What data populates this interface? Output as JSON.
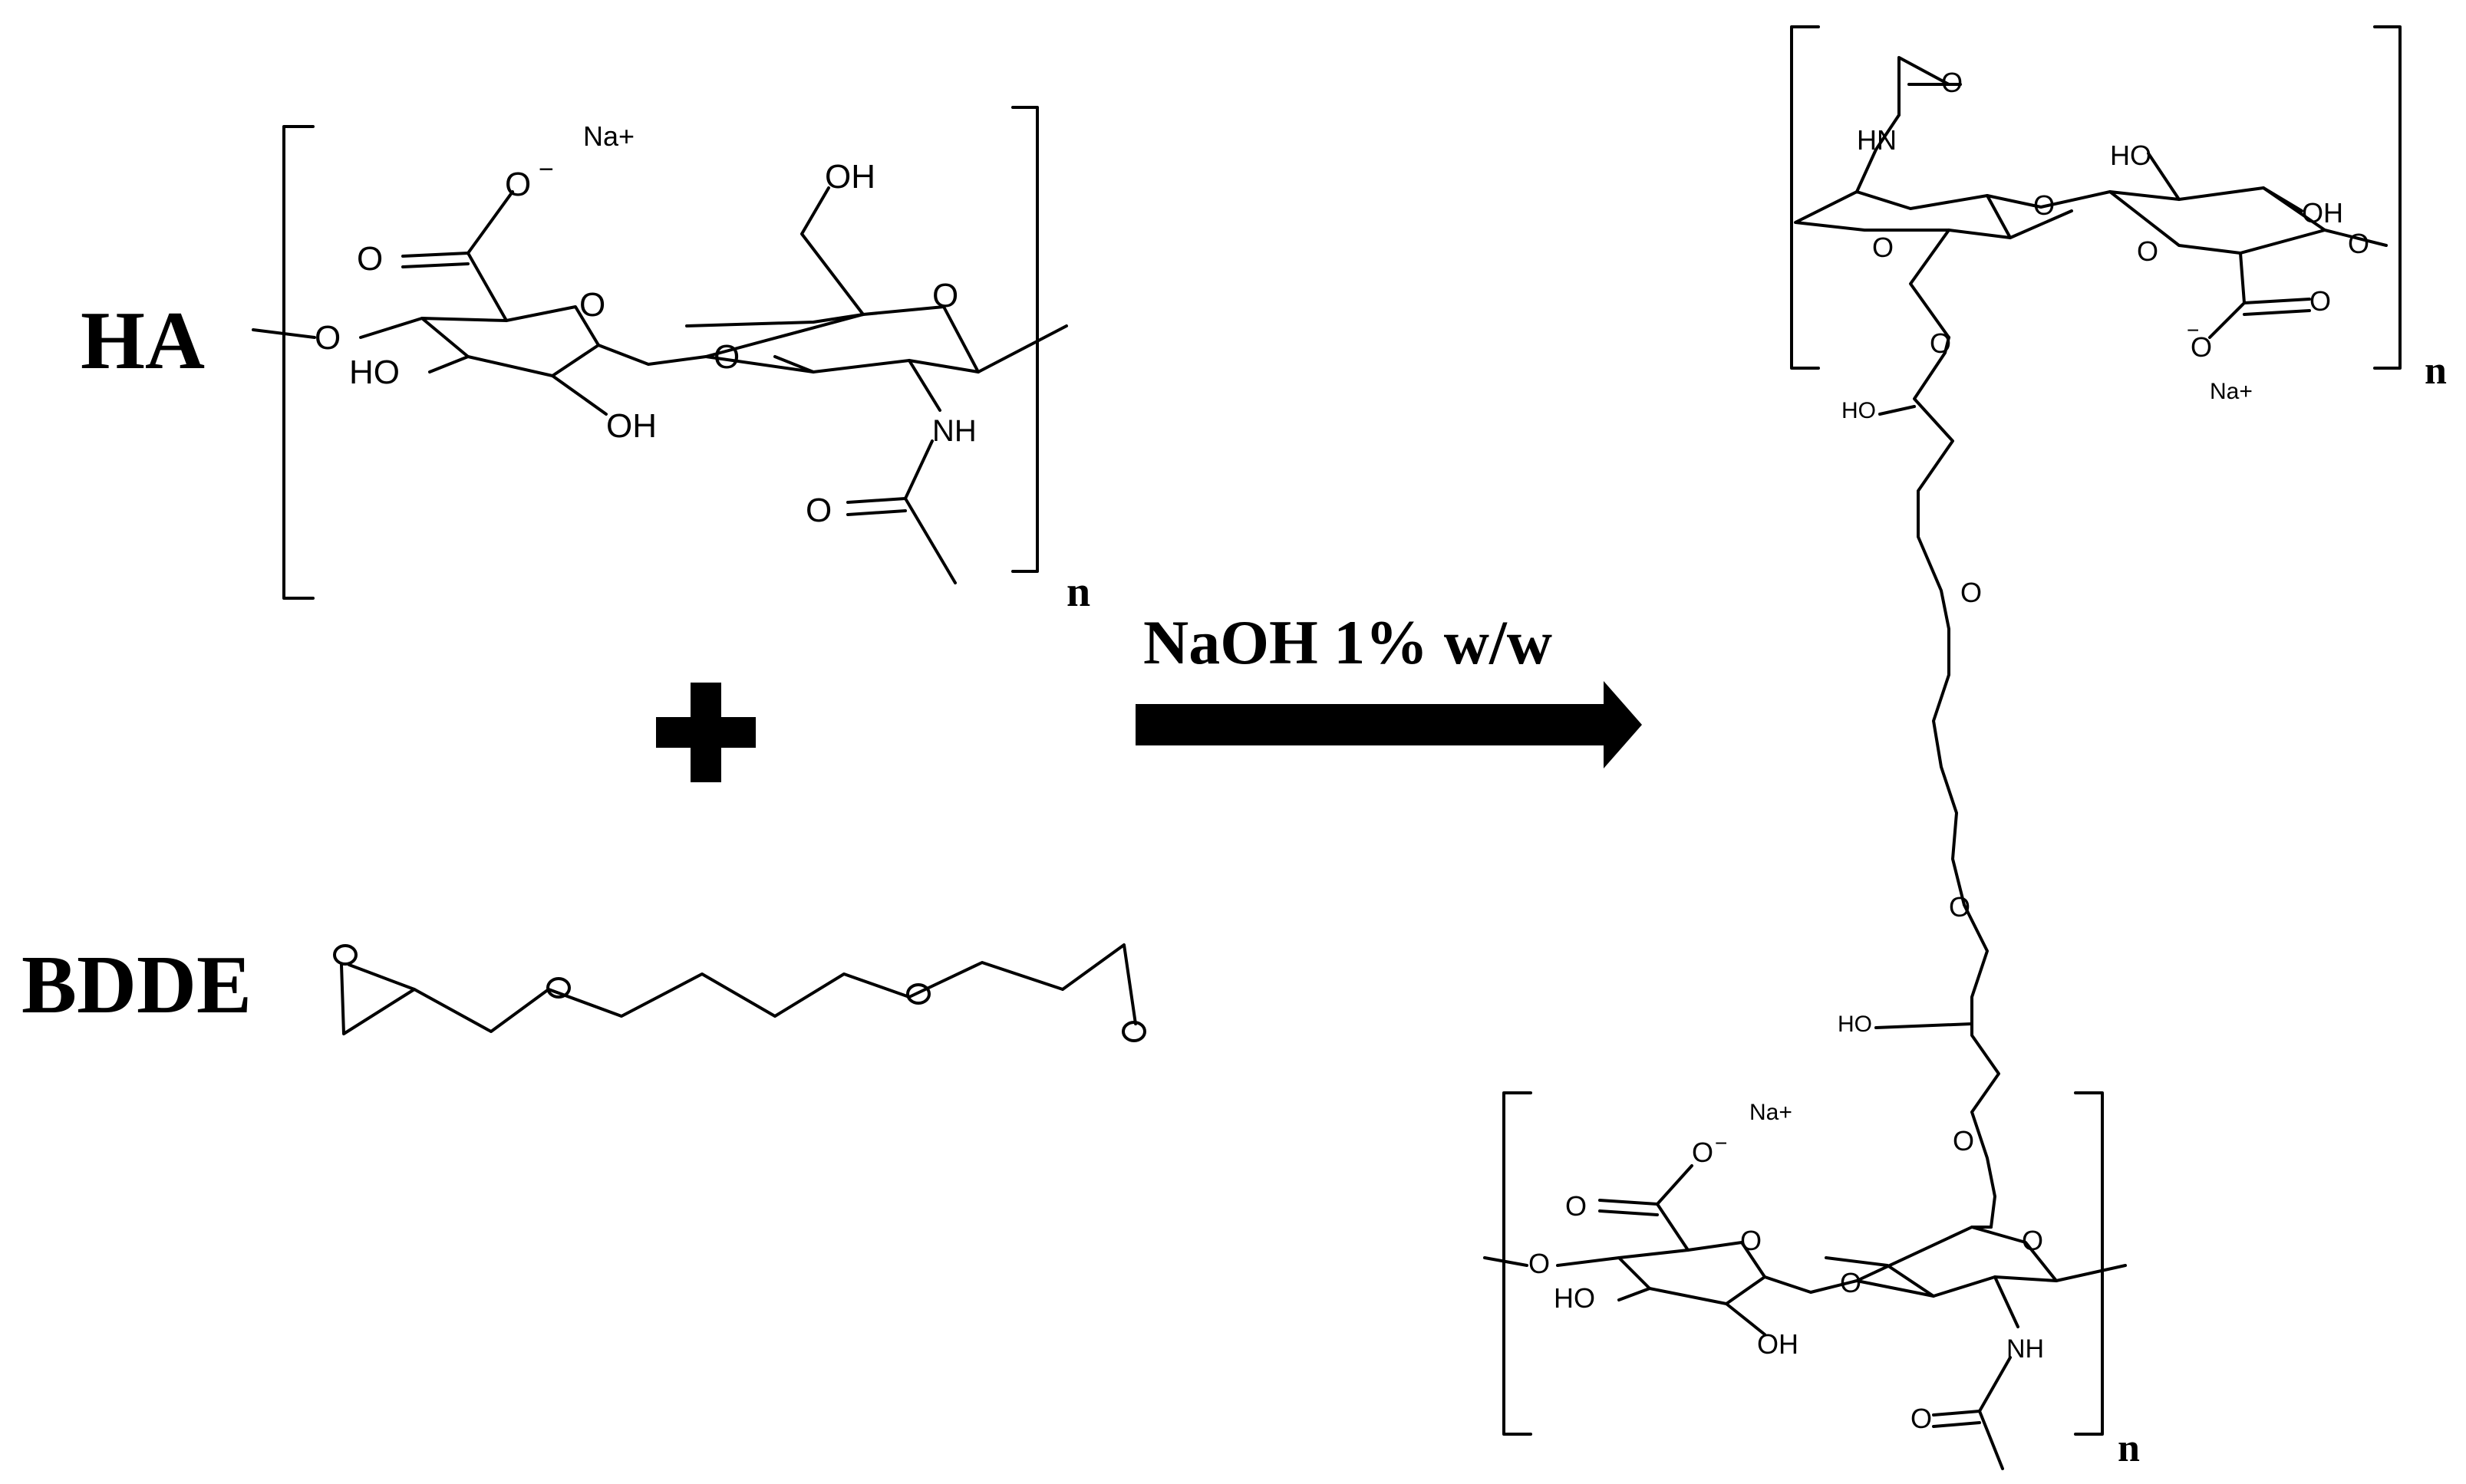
{
  "reactants": {
    "ha": {
      "label": "HA",
      "repeat": "n",
      "counterion": "Na+"
    },
    "crosslinker": {
      "label": "BDDE"
    }
  },
  "plus_sign": "+",
  "reaction": {
    "condition": "NaOH 1% w/w"
  },
  "product": {
    "top_unit": {
      "repeat": "n",
      "counterion": "Na+"
    },
    "bottom_unit": {
      "repeat": "n",
      "counterion": "Na+"
    },
    "linker_atoms": {
      "ho_upper": "HO",
      "ho_lower": "HO"
    }
  },
  "atom_labels": {
    "O": "O",
    "O_minus": "O",
    "minus": "−",
    "OH": "OH",
    "HO": "HO",
    "NH": "NH",
    "HN": "HN"
  }
}
